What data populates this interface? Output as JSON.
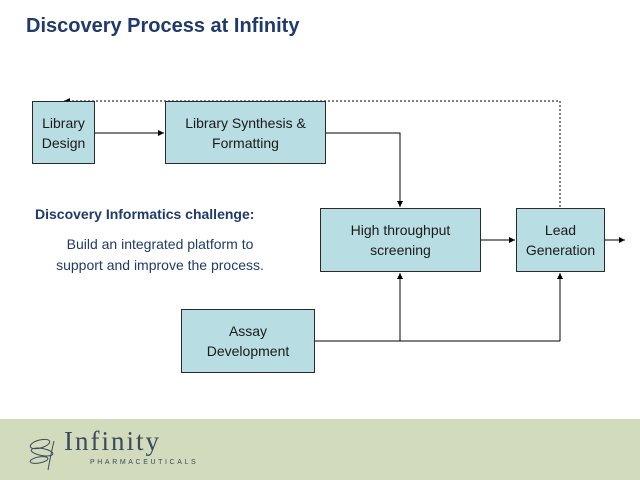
{
  "title": "Discovery Process at Infinity",
  "boxes": {
    "library_design": "Library\nDesign",
    "library_synthesis": "Library Synthesis &\nFormatting",
    "high_throughput": "High throughput\nscreening",
    "lead_generation": "Lead\nGeneration",
    "assay_development": "Assay\nDevelopment"
  },
  "challenge": {
    "heading": "Discovery Informatics challenge:",
    "body": "Build an integrated platform to\nsupport and improve the process."
  },
  "logo": {
    "name": "Infinity",
    "tagline": "PHARMACEUTICALS",
    "icon": "dragonfly-icon"
  },
  "colors": {
    "box_fill": "#b8dde3",
    "title": "#1f3a6b",
    "footer": "#d3dbbd"
  }
}
